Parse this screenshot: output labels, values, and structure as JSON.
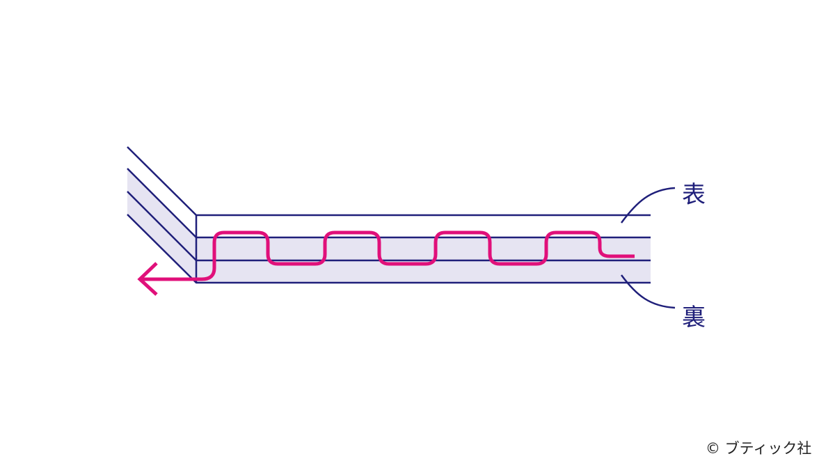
{
  "labels": {
    "front": "表",
    "back": "裏"
  },
  "credit": "© ブティック社",
  "colors": {
    "line": "#1f1f7a",
    "fill": "#e6e4f2",
    "thread": "#e0107a"
  }
}
